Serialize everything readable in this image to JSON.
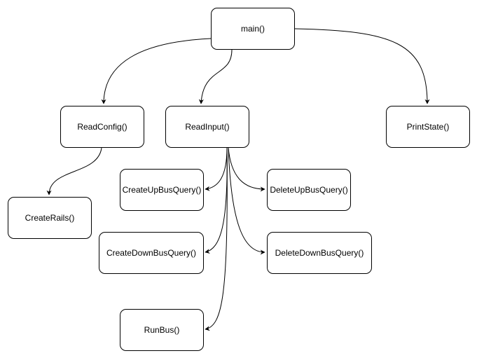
{
  "nodes": {
    "main": "main()",
    "read_config": "ReadConfig()",
    "read_input": "ReadInput()",
    "print_state": "PrintState()",
    "create_rails": "CreateRails()",
    "create_up_bus_query": "CreateUpBusQuery()",
    "delete_up_bus_query": "DeleteUpBusQuery()",
    "create_down_bus_query": "CreateDownBusQuery()",
    "delete_down_bus_query": "DeleteDownBusQuery()",
    "run_bus": "RunBus()"
  },
  "edges": [
    {
      "from": "main",
      "to": "read_config"
    },
    {
      "from": "main",
      "to": "read_input"
    },
    {
      "from": "main",
      "to": "print_state"
    },
    {
      "from": "read_config",
      "to": "create_rails"
    },
    {
      "from": "read_input",
      "to": "create_up_bus_query"
    },
    {
      "from": "read_input",
      "to": "delete_up_bus_query"
    },
    {
      "from": "read_input",
      "to": "create_down_bus_query"
    },
    {
      "from": "read_input",
      "to": "delete_down_bus_query"
    },
    {
      "from": "read_input",
      "to": "run_bus"
    }
  ],
  "colors": {
    "stroke": "#000000",
    "fill": "#ffffff",
    "text": "#000000"
  }
}
